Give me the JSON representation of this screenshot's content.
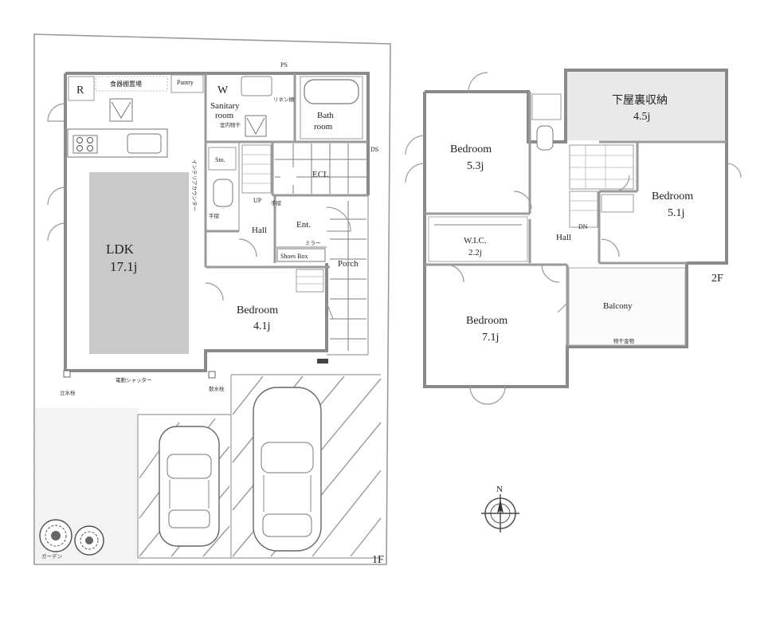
{
  "floor1": {
    "floor_label": "1F",
    "rooms": {
      "ldk": {
        "name": "LDK",
        "area": "17.1j"
      },
      "bedroom": {
        "name": "Bedroom",
        "area": "4.1j"
      },
      "hall": "Hall",
      "entrance": "Ent.",
      "porch": "Porch",
      "ecl": "ECL",
      "bath": [
        "Bath",
        "room"
      ],
      "sanitary": [
        "Sanitary",
        "room"
      ],
      "pantry": "Pantry",
      "storage": "Sto.",
      "shoes_box": "Shoes Box",
      "washer": "W",
      "fridge": "R"
    },
    "notes": {
      "dish_shelf": "食器棚置場",
      "linen": "リネン棚",
      "indoor_dry": "室内物干",
      "interior_counter": "インテリアカウンター",
      "handrail_wc": "手摺",
      "handrail_ent": "手摺",
      "mirror": "ミラー",
      "up": "UP",
      "ps": "PS",
      "ds": "DS",
      "shutter": "電動シャッター",
      "water_tap_left": "立水栓",
      "water_tap_right": "散水栓",
      "garden": "ガーデン"
    }
  },
  "floor2": {
    "floor_label": "2F",
    "rooms": {
      "bedroom_nw": {
        "name": "Bedroom",
        "area": "5.3j"
      },
      "storage_attic": {
        "name": "下屋裏収納",
        "area": "4.5j"
      },
      "bedroom_e": {
        "name": "Bedroom",
        "area": "5.1j"
      },
      "wic": {
        "name": "W.I.C.",
        "area": "2.2j"
      },
      "hall": "Hall",
      "dn": "DN",
      "bedroom_s": {
        "name": "Bedroom",
        "area": "7.1j"
      },
      "balcony": "Balcony"
    },
    "notes": {
      "laundry": "物干金物"
    }
  },
  "compass": {
    "label": "N"
  }
}
